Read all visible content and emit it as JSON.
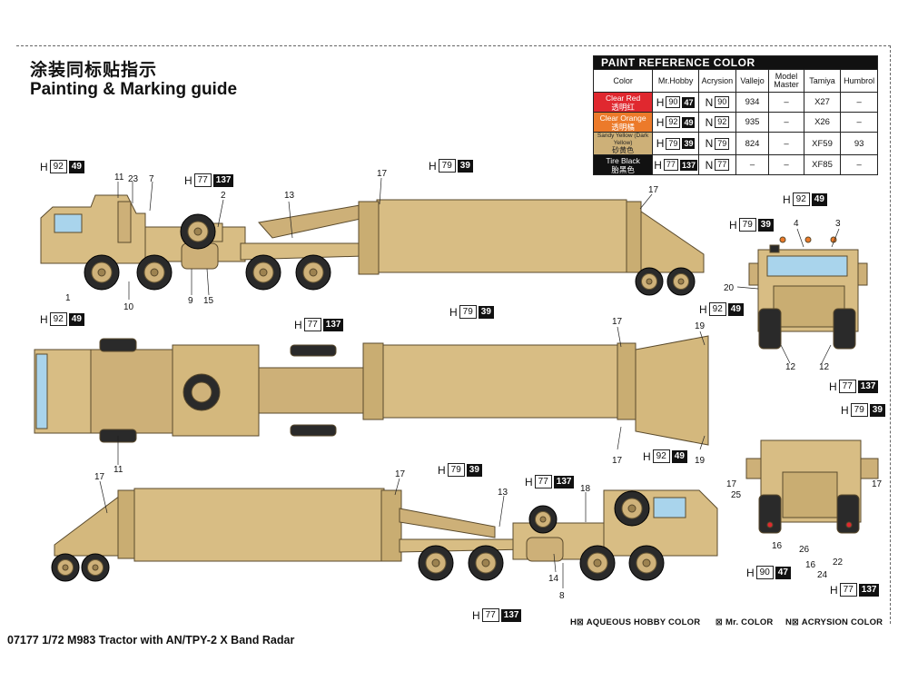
{
  "header": {
    "title_cn": "涂装同标贴指示",
    "title_en": "Painting & Marking guide"
  },
  "paint_table": {
    "heading": "PAINT  REFERENCE COLOR",
    "columns": [
      "Color",
      "Mr.Hobby",
      "Acrysion",
      "Vallejo",
      "Model Master",
      "Tamiya",
      "Humbrol"
    ],
    "rows": [
      {
        "name_en": "Clear Red",
        "name_cn": "透明红",
        "swatch": "#e0282f",
        "h": "90",
        "hb": "47",
        "n": "90",
        "vallejo": "934",
        "model_master": "–",
        "tamiya": "X27",
        "humbrol": "–"
      },
      {
        "name_en": "Clear Orange",
        "name_cn": "透明橘",
        "swatch": "#ec7a2a",
        "h": "92",
        "hb": "49",
        "n": "92",
        "vallejo": "935",
        "model_master": "–",
        "tamiya": "X26",
        "humbrol": "–"
      },
      {
        "name_en": "Sandy Yellow (Dark Yellow)",
        "name_cn": "砂黄色",
        "swatch": "#cdb078",
        "h": "79",
        "hb": "39",
        "n": "79",
        "vallejo": "824",
        "model_master": "–",
        "tamiya": "XF59",
        "humbrol": "93"
      },
      {
        "name_en": "Tire Black",
        "name_cn": "胎黑色",
        "swatch": "#111111",
        "h": "77",
        "hb": "137",
        "n": "77",
        "vallejo": "–",
        "model_master": "–",
        "tamiya": "XF85",
        "humbrol": "–"
      }
    ]
  },
  "codes": {
    "h": "H",
    "c9249": {
      "a": "92",
      "b": "49"
    },
    "c7739": {
      "a": "79",
      "b": "39"
    },
    "c77137": {
      "a": "77",
      "b": "137"
    },
    "c9047": {
      "a": "90",
      "b": "47"
    }
  },
  "parts": {
    "p1": "1",
    "p2": "2",
    "p3": "3",
    "p4": "4",
    "p7": "7",
    "p8": "8",
    "p9": "9",
    "p10": "10",
    "p11": "11",
    "p12": "12",
    "p13": "13",
    "p14": "14",
    "p15": "15",
    "p16": "16",
    "p17": "17",
    "p18": "18",
    "p19": "19",
    "p20": "20",
    "p22": "22",
    "p23": "23",
    "p24": "24",
    "p25": "25",
    "p26": "26"
  },
  "footer": {
    "product": "07177  1/72   M983 Tractor with AN/TPY-2 X Band Radar",
    "legend_h": "H⊠  AQUEOUS HOBBY COLOR",
    "legend_m": "⊠  Mr. COLOR",
    "legend_n": "N⊠  ACRYSION COLOR"
  },
  "colors": {
    "sand": "#d8bd84",
    "sand_dark": "#b99a5e",
    "tire": "#2a2a2a",
    "glass": "#a9d4ec"
  }
}
